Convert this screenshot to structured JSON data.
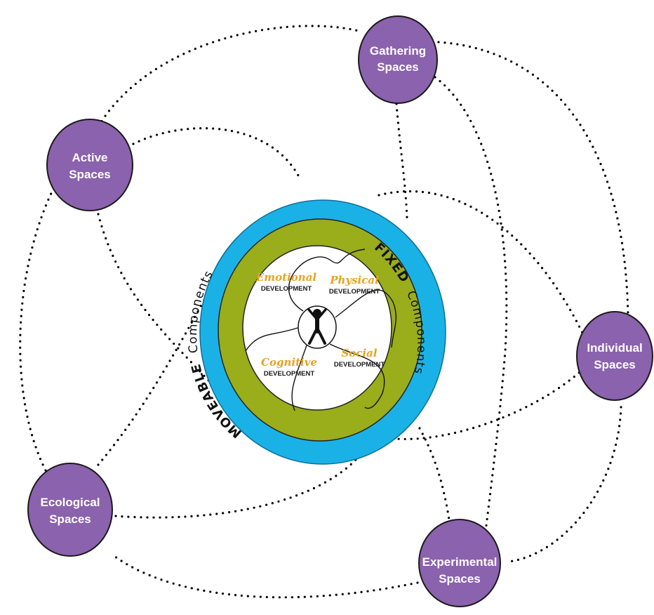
{
  "spaces": {
    "gathering": [
      "Gathering",
      "Spaces"
    ],
    "active": [
      "Active",
      "Spaces"
    ],
    "individual": [
      "Individual",
      "Spaces"
    ],
    "ecological": [
      "Ecological",
      "Spaces"
    ],
    "experimental": [
      "Experimental",
      "Spaces"
    ]
  },
  "rings": {
    "moveable_word": "MOVEABLE",
    "moveable_rest": "Components",
    "fixed_word": "FIXED",
    "fixed_rest": "Components"
  },
  "development": {
    "emotional": "Emotional",
    "physical": "Physical",
    "cognitive": "Cognitive",
    "social": "Social",
    "sub": "DEVELOPMENT"
  },
  "colors": {
    "space_fill": "#8b62ad",
    "outer_ring": "#1ab2e6",
    "middle_ring": "#9aad1a",
    "accent_text": "#e6a321"
  }
}
